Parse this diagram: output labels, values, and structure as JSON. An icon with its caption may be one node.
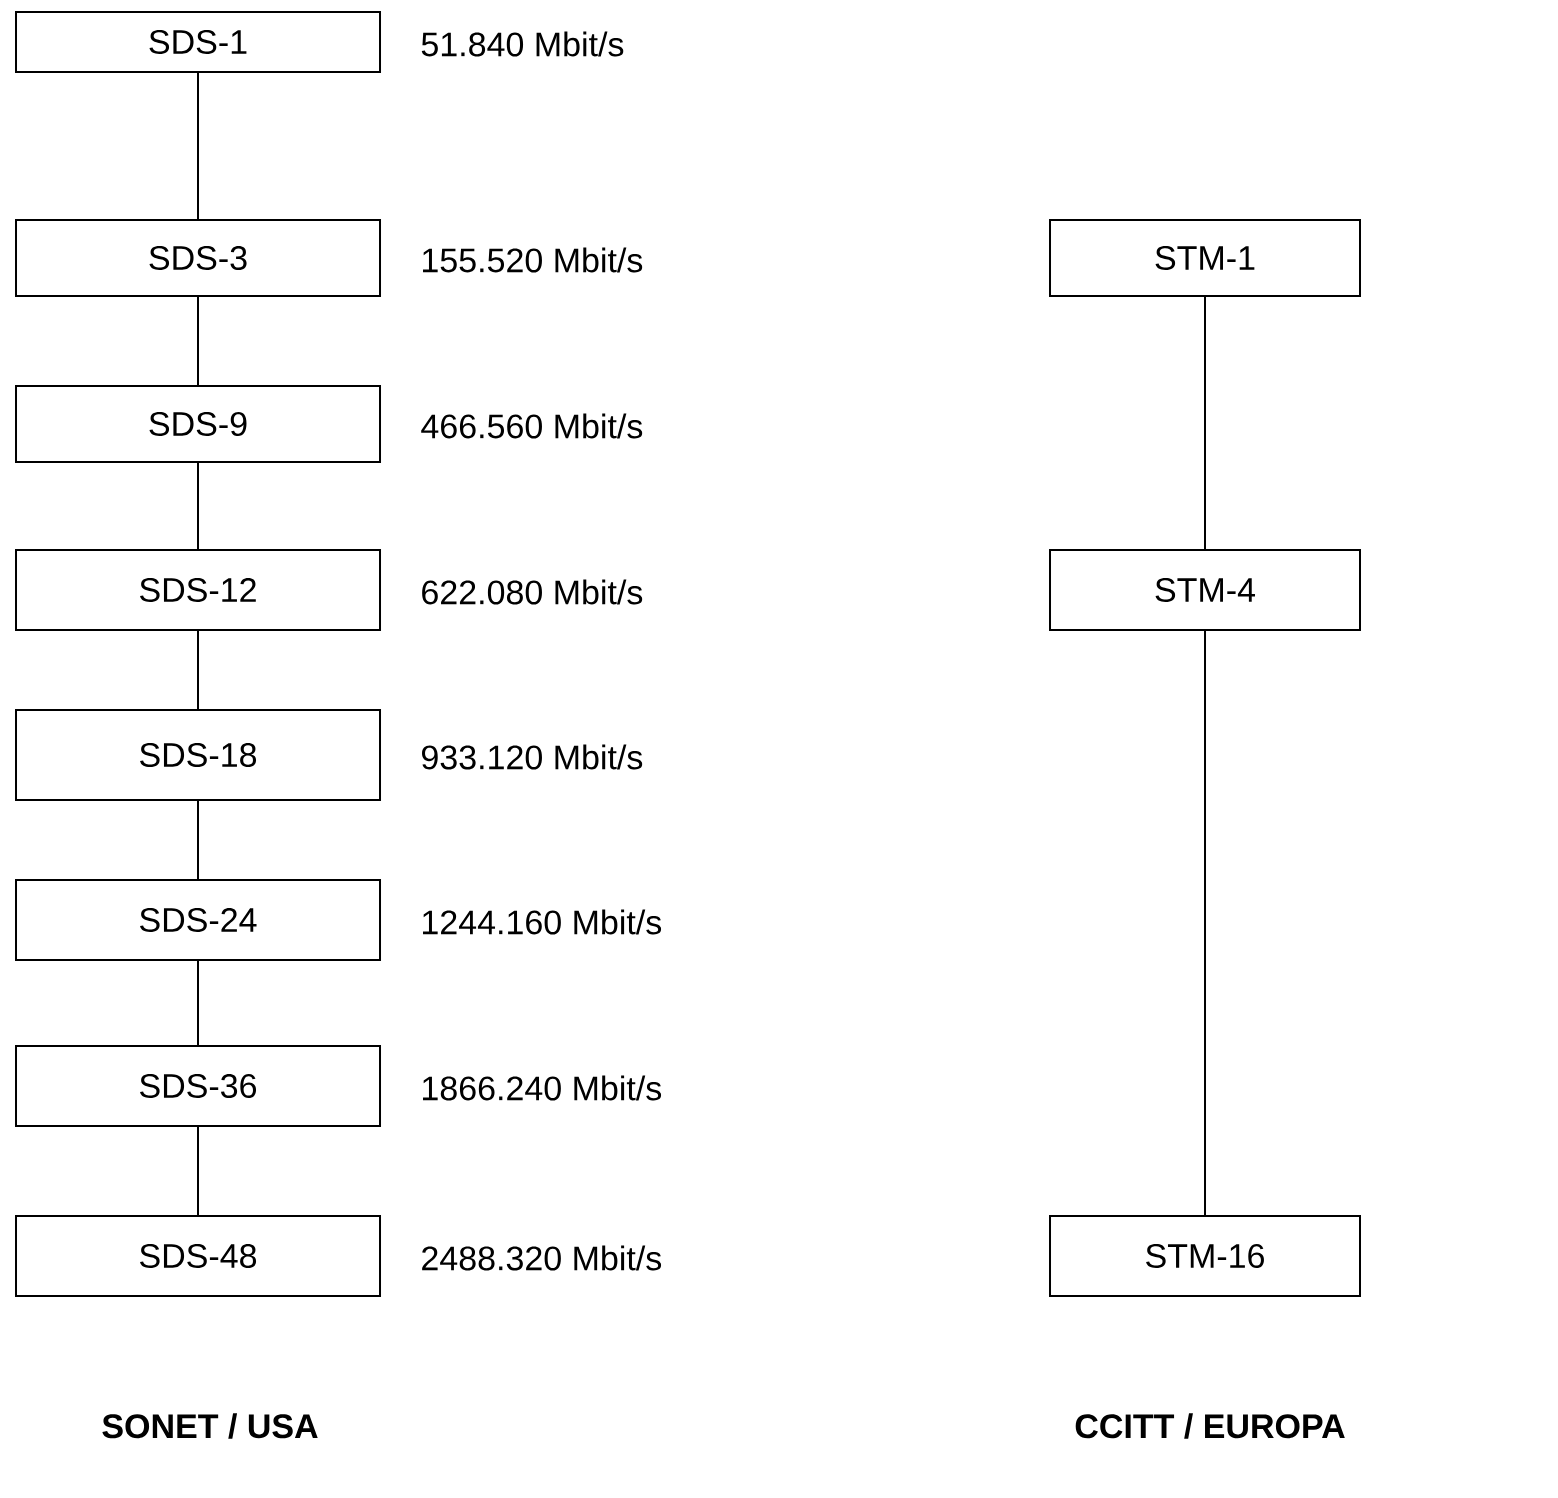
{
  "diagram": {
    "nodes": [
      {
        "text": [
          "SDS-1"
        ],
        "beside": [
          "51.840 Mbit/s"
        ]
      },
      {
        "text": [
          "SDS-3"
        ],
        "beside": [
          "155.520 Mbit/s"
        ]
      },
      {
        "text": [
          "SDS-9"
        ],
        "beside": [
          "466.560 Mbit/s"
        ]
      },
      {
        "text": [
          "SDS-12"
        ],
        "beside": [
          "622.080 Mbit/s"
        ]
      },
      {
        "text": [
          "SDS-18"
        ],
        "beside": [
          "933.120 Mbit/s"
        ]
      },
      {
        "text": [
          "SDS-24"
        ],
        "beside": [
          "1244.160 Mbit/s"
        ]
      },
      {
        "text": [
          "SDS-36"
        ],
        "beside": [
          "1866.240 Mbit/s"
        ]
      },
      {
        "text": [
          "SDS-48"
        ],
        "beside": [
          "2488.320 Mbit/s"
        ]
      },
      {
        "text": [
          "STM-1"
        ]
      },
      {
        "text": [
          "STM-4"
        ]
      },
      {
        "text": [
          "STM-16"
        ]
      }
    ],
    "edges": [
      {
        "from": 0,
        "to": 1,
        "arrow": "none"
      },
      {
        "from": 1,
        "to": 2,
        "arrow": "none"
      },
      {
        "from": 2,
        "to": 3,
        "arrow": "none"
      },
      {
        "from": 3,
        "to": 4,
        "arrow": "none"
      },
      {
        "from": 4,
        "to": 5,
        "arrow": "none"
      },
      {
        "from": 5,
        "to": 6,
        "arrow": "none"
      },
      {
        "from": 6,
        "to": 7,
        "arrow": "none"
      },
      {
        "from": 8,
        "to": 9,
        "arrow": "none"
      },
      {
        "from": 9,
        "to": 10,
        "arrow": "none"
      }
    ],
    "labels": [
      "SONET / USA",
      "CCITT / EUROPA"
    ]
  }
}
